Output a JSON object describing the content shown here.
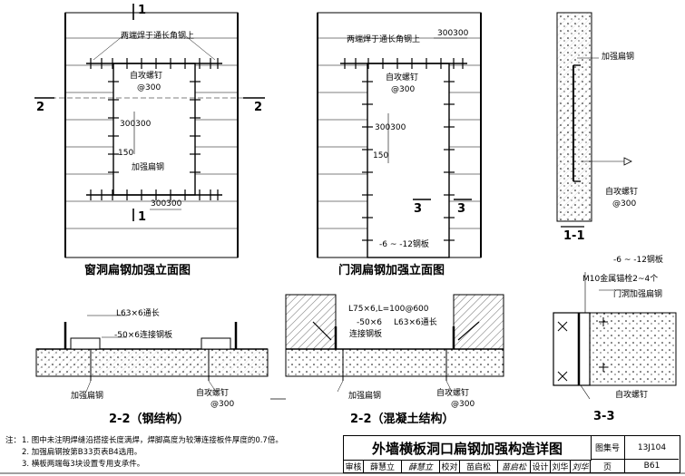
{
  "views": {
    "window": {
      "title": "窗洞扁钢加强立面图",
      "weld_note": "两端焊于通长角钢上",
      "screw": "自攻螺钉",
      "screw_spacing": "@300",
      "flat_steel": "加强扁钢",
      "dim_top": "300300",
      "dim_vertical_a": "150",
      "dim_vertical_b": "300300",
      "section_mark": "2",
      "cut_mark": "1"
    },
    "door": {
      "title": "门洞扁钢加强立面图",
      "weld_note": "两端焊于通长角钢上",
      "dim_top": "300300",
      "screw": "自攻螺钉",
      "screw_spacing": "@300",
      "dim_vertical_a": "150",
      "dim_vertical_b": "300300",
      "plate": "-6 ~ -12钢板",
      "section_mark": "3"
    },
    "sec11": {
      "title": "1-1",
      "flat_steel": "加强扁钢",
      "screw": "自攻螺钉",
      "screw_spacing": "@300"
    },
    "sec22s": {
      "title": "2-2（钢结构）",
      "angle": "L63×6通长",
      "plate": "-50×6连接钢板",
      "flat_steel": "加强扁钢",
      "screw": "自攻螺钉",
      "screw_spacing": "@300"
    },
    "sec22c": {
      "title": "2-2（混凝土结构）",
      "angle_short": "L75×6,L=100@600",
      "plate": "-50×6",
      "angle_long": "L63×6通长",
      "plate_label": "连接钢板",
      "flat_steel": "加强扁钢",
      "screw": "自攻螺钉",
      "screw_spacing": "@300"
    },
    "sec33": {
      "title": "3-3",
      "plate": "-6 ~ -12钢板",
      "anchor": "M10金属锚栓2~4个",
      "flat_steel": "门洞加强扁钢",
      "screw": "自攻螺钉"
    }
  },
  "notes": {
    "label": "注：",
    "lines": [
      "1. 图中未注明焊缝沿搭接长度满焊，焊脚高度为较薄连接板件厚度的0.7倍。",
      "2. 加强扁钢按第B33页表B4选用。",
      "3. 横板两端每3块设置专用支承件。"
    ]
  },
  "titleblock": {
    "title": "外墙横板洞口扁钢加强构造详图",
    "atlas_label": "图集号",
    "atlas_no": "13J104",
    "review_label": "审核",
    "review_name": "薛慧立",
    "review_sig": "薛慧立",
    "check_label": "校对",
    "check_name": "苗启松",
    "check_sig": "苗启松",
    "design_label": "设计",
    "design_name": "刘华",
    "design_sig": "刘华",
    "page_label": "页",
    "page_no": "B61"
  }
}
